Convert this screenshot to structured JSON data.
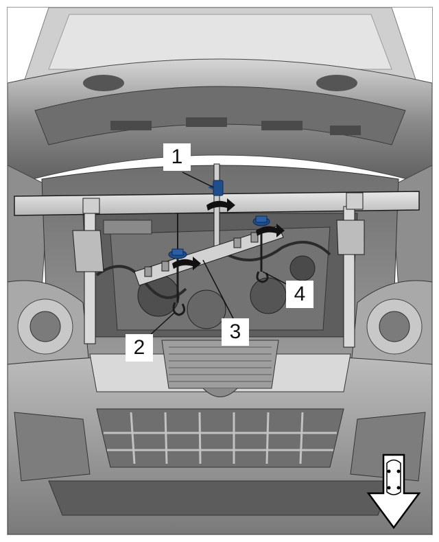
{
  "figure": {
    "callouts": [
      {
        "id": "1",
        "label": "1"
      },
      {
        "id": "2",
        "label": "2"
      },
      {
        "id": "3",
        "label": "3"
      },
      {
        "id": "4",
        "label": "4"
      }
    ],
    "direction_icon": "down-arrow-vehicle-front-icon",
    "colors": {
      "accent_blue": "#1f4e8c",
      "line_art": "#2a2a2a",
      "shade_dark": "#5a5a5a",
      "shade_mid": "#8c8c8c",
      "shade_light": "#c4c4c4"
    }
  }
}
